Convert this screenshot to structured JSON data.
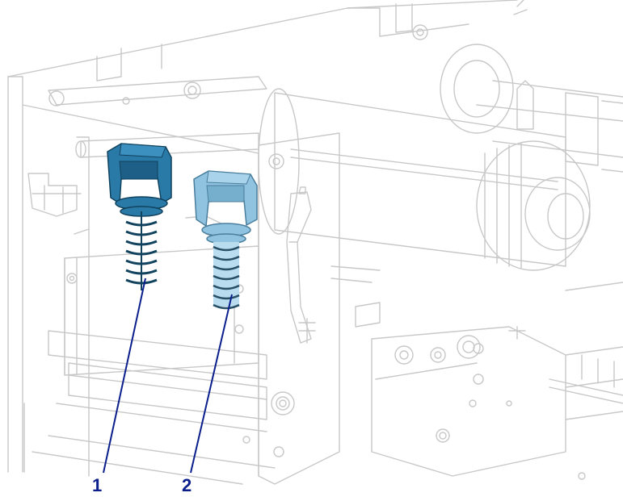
{
  "colors": {
    "line_art": "#c8c8c8",
    "line_art_dark": "#b4b4b4",
    "callout": "#0b1f8c",
    "spring_1_fill": "#2a7aa8",
    "spring_1_dark": "#11425e",
    "spring_2_fill": "#8fc3e0",
    "spring_2_dark": "#4a7e9c"
  },
  "callouts": [
    {
      "id": "1",
      "label": "1"
    },
    {
      "id": "2",
      "label": "2"
    }
  ]
}
